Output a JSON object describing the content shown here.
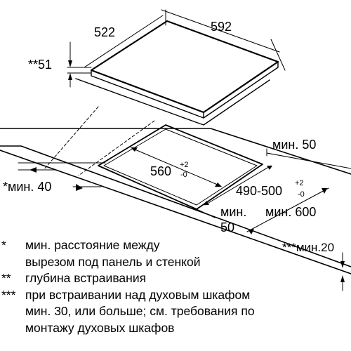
{
  "diagram": {
    "cooktop_width": "592",
    "cooktop_depth": "522",
    "cooktop_height_label": "**51",
    "cutout_width": "560",
    "cutout_width_tol_plus": "+2",
    "cutout_width_tol_minus": "-0",
    "cutout_depth": "490-500",
    "cutout_depth_tol_plus": "+2",
    "cutout_depth_tol_minus": "-0",
    "min_50_top": "мин. 50",
    "min_40_left": "*мин. 40",
    "min_50_bottom_line1": "мин.",
    "min_50_bottom_line2": "50",
    "min_600": "мин. 600",
    "min_20": "***мин.20"
  },
  "notes": [
    {
      "mark": "*",
      "lines": [
        "мин. расстояние между",
        "вырезом под панель и стенкой"
      ]
    },
    {
      "mark": "**",
      "lines": [
        "глубина встраивания"
      ]
    },
    {
      "mark": "***",
      "lines": [
        "при встраивании над духовым шкафом",
        "мин. 30, или больше; см. требования по",
        "монтажу духовых шкафов"
      ]
    }
  ]
}
